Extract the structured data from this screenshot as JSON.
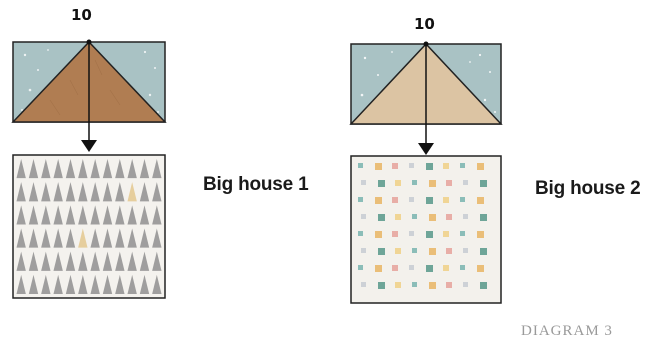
{
  "houses": [
    {
      "id": "house-1",
      "number": "10",
      "label": "Big house 1",
      "colors": {
        "sky": "#a9c2c4",
        "roof": "#b07d52",
        "fabric_bg": "#f4f2ee",
        "fabric_tree": "#8f8f8f",
        "fabric_accent": "#e3c88e"
      }
    },
    {
      "id": "house-2",
      "number": "10",
      "label": "Big house 2",
      "colors": {
        "sky": "#a9c2c4",
        "roof": "#dcc4a3",
        "fabric_bg": "#f3f1ec",
        "fabric_squares": [
          "#7fb7b3",
          "#e9b86b",
          "#e7a6a0",
          "#c9cdd4",
          "#5f9c8f",
          "#f0d28c"
        ]
      }
    }
  ],
  "caption": "DIAGRAM 3"
}
